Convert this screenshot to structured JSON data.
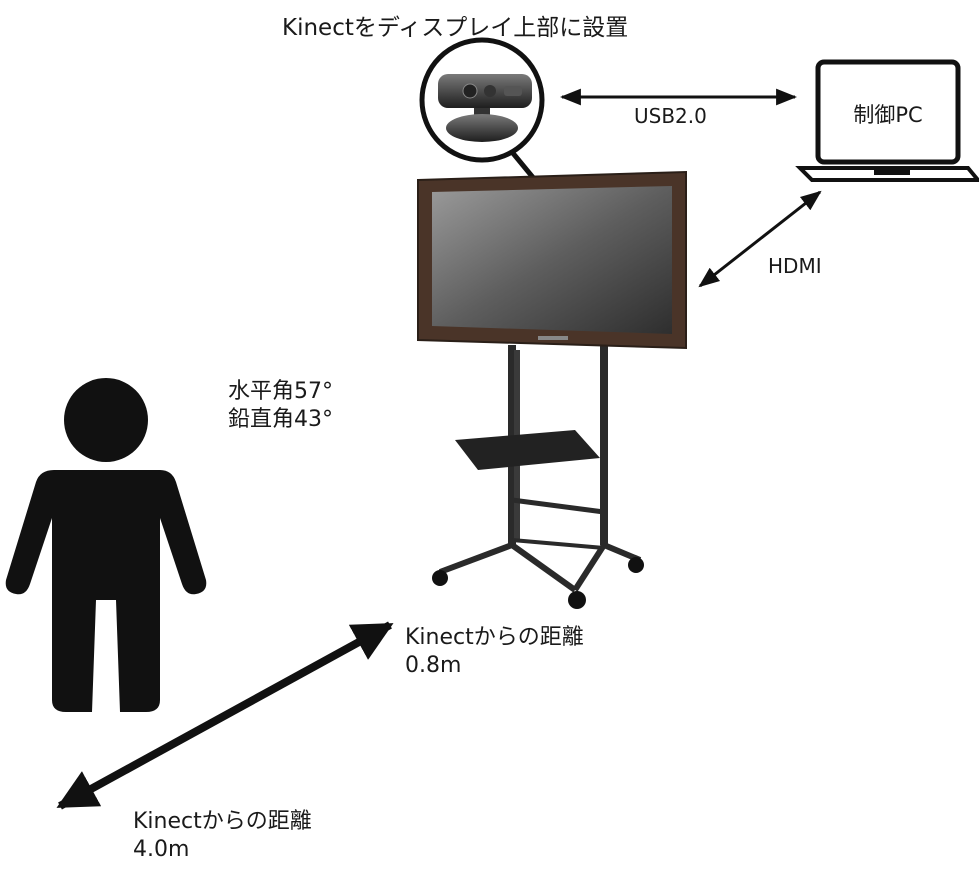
{
  "setup_caption": "Kinectをディスプレイ上部に設置",
  "connections": {
    "usb_label": "USB2.0",
    "hdmi_label": "HDMI"
  },
  "pc": {
    "label": "制御PC",
    "icon": "laptop-icon"
  },
  "kinect": {
    "icon": "kinect-sensor-icon"
  },
  "display": {
    "icon": "tv-on-cart-icon"
  },
  "person": {
    "icon": "person-icon"
  },
  "field_of_view": {
    "horizontal": "水平角57°",
    "vertical": "鉛直角43°"
  },
  "distance_near": {
    "title": "Kinectからの距離",
    "value": "0.8m"
  },
  "distance_far": {
    "title": "Kinectからの距離",
    "value": "4.0m"
  },
  "colors": {
    "ink": "#111111",
    "tv_frame": "#4a3428",
    "screen": "#6b6b6b"
  }
}
